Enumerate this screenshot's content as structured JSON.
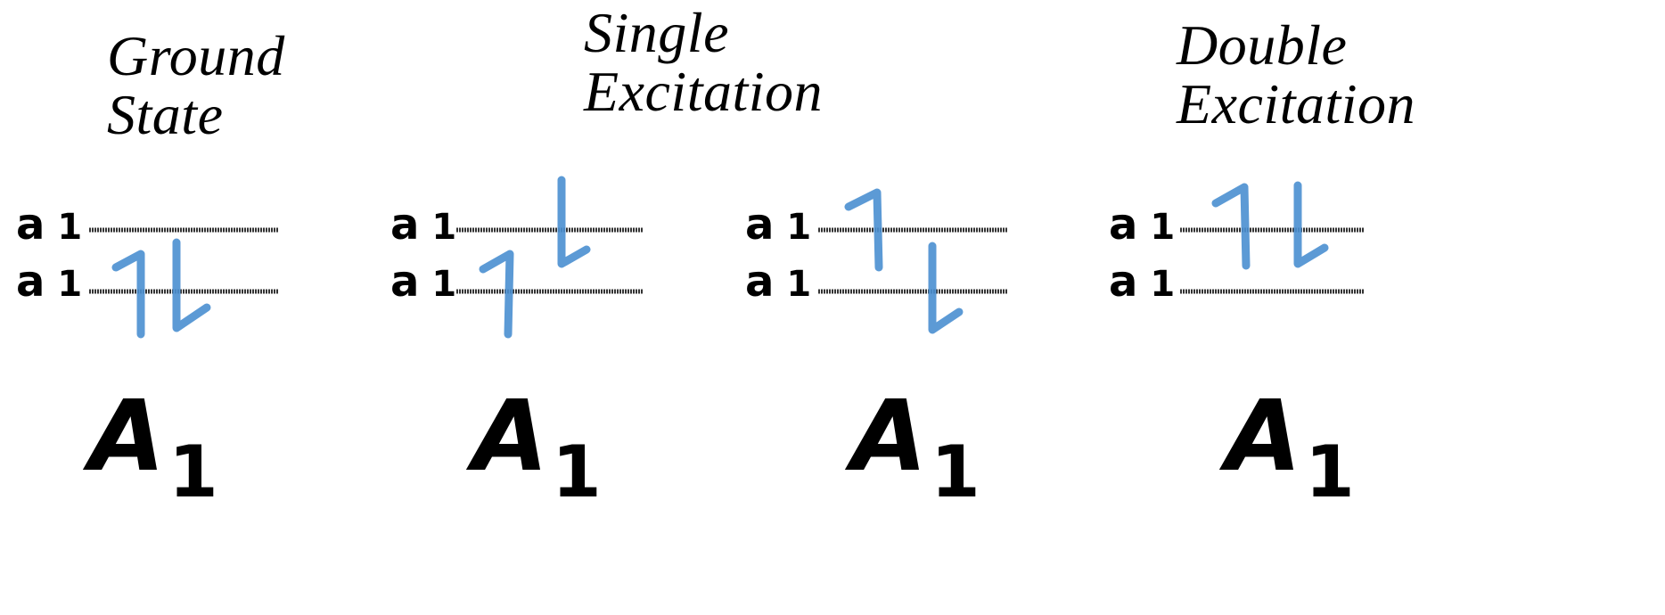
{
  "titles": {
    "ground": [
      "Ground",
      "State"
    ],
    "single": [
      "Single",
      "Excitation"
    ],
    "double": [
      "Double",
      "Excitation"
    ]
  },
  "orbital_labels": {
    "upper": "a",
    "upper_sub": "1",
    "lower": "a",
    "lower_sub": "1"
  },
  "term_symbols": {
    "ground": {
      "letter": "A",
      "sub": "1"
    },
    "single_1": {
      "letter": "A",
      "sub": "1"
    },
    "single_2": {
      "letter": "A",
      "sub": "1"
    },
    "double": {
      "letter": "A",
      "sub": "1"
    }
  },
  "configurations": [
    {
      "name": "ground",
      "lower": [
        "up",
        "down"
      ],
      "upper": []
    },
    {
      "name": "single_1",
      "lower": [
        "up"
      ],
      "upper": [
        "down"
      ]
    },
    {
      "name": "single_2",
      "lower": [
        "down"
      ],
      "upper": [
        "up"
      ]
    },
    {
      "name": "double",
      "lower": [],
      "upper": [
        "up",
        "down"
      ]
    }
  ],
  "colors": {
    "arrow": "#4a8fd0",
    "line": "#111111",
    "text": "#000000"
  }
}
